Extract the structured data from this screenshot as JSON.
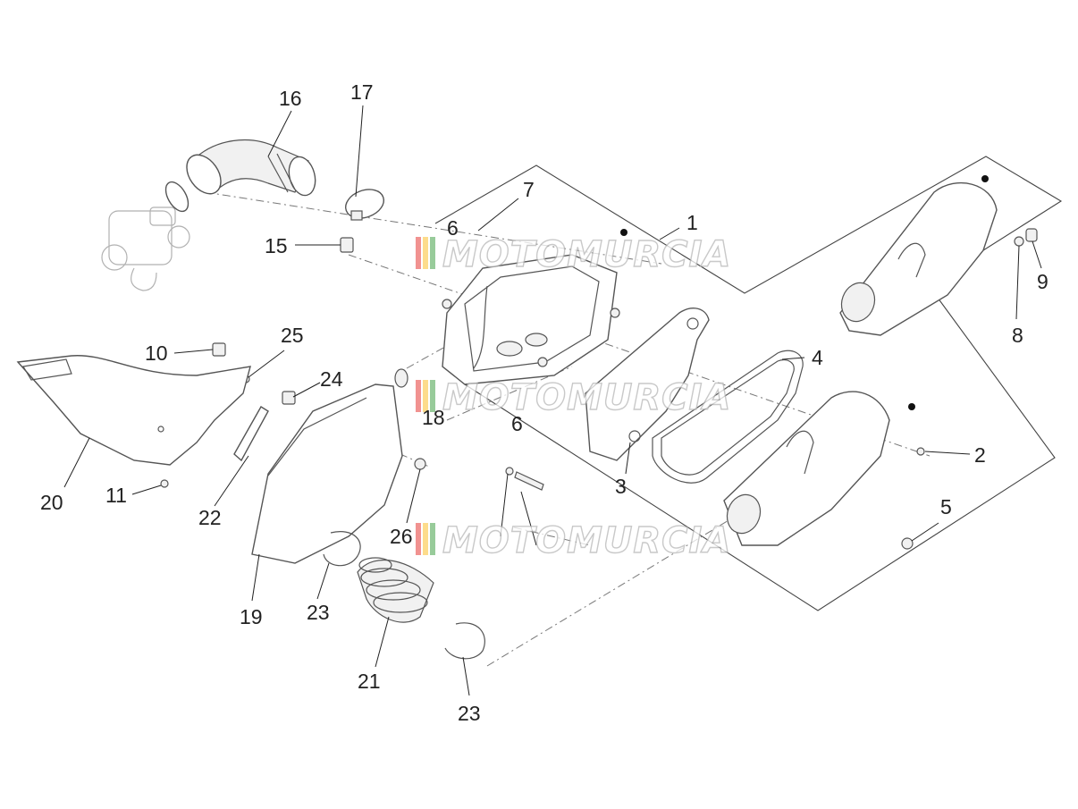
{
  "watermark": {
    "text": "MOTOMURCIA",
    "stripe_colors": [
      "#e53935",
      "#fbc02d",
      "#43a047"
    ]
  },
  "callouts": {
    "c1": "1",
    "c2": "2",
    "c3": "3",
    "c4": "4",
    "c5": "5",
    "c6a": "6",
    "c6b": "6",
    "c7": "7",
    "c8": "8",
    "c9": "9",
    "c10": "10",
    "c11": "11",
    "c15": "15",
    "c16": "16",
    "c17": "17",
    "c18": "18",
    "c19": "19",
    "c20": "20",
    "c21": "21",
    "c22": "22",
    "c23a": "23",
    "c23b": "23",
    "c24": "24",
    "c25": "25",
    "c26": "26"
  }
}
